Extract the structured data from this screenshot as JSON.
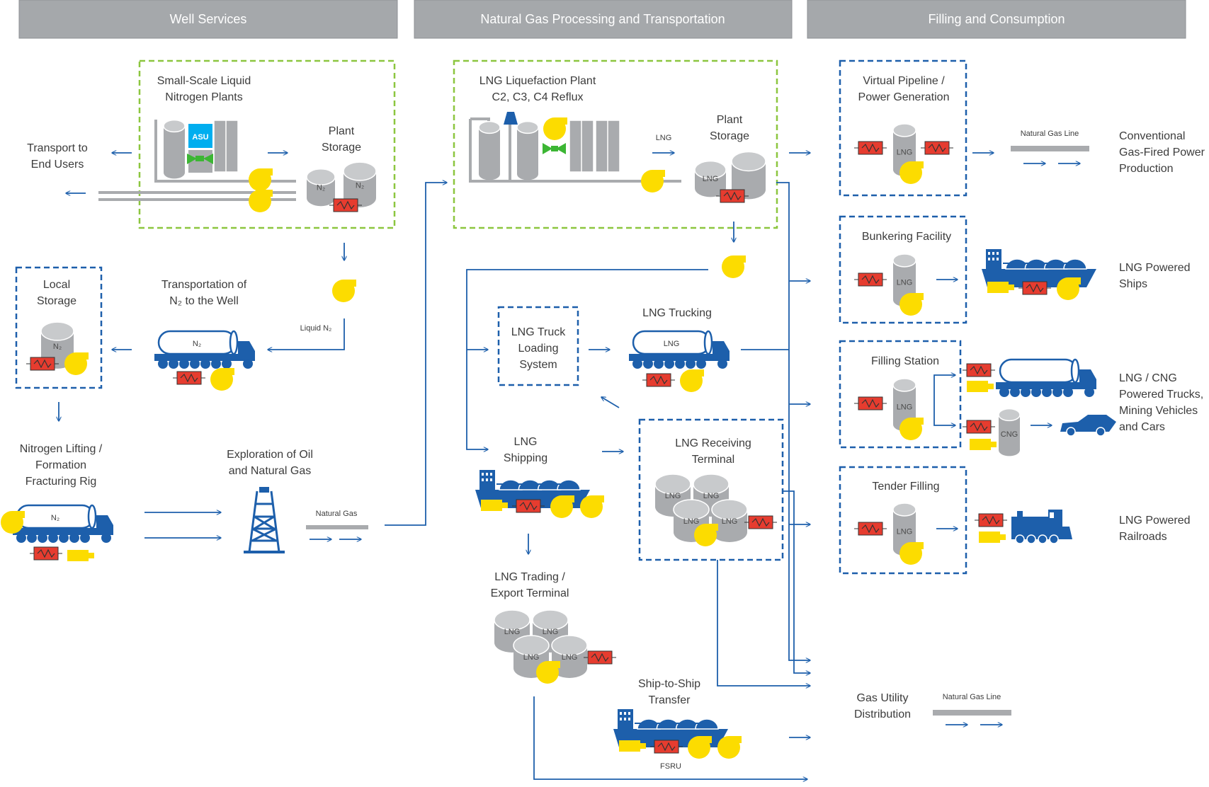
{
  "headers": {
    "well": "Well Services",
    "processing": "Natural Gas Processing and Transportation",
    "filling": "Filling and Consumption"
  },
  "labels": {
    "small_scale": [
      "Small-Scale Liquid",
      "Nitrogen Plants"
    ],
    "plant_storage_left": [
      "Plant",
      "Storage"
    ],
    "transport_end_users": [
      "Transport to",
      "End Users"
    ],
    "local_storage": [
      "Local",
      "Storage"
    ],
    "transport_n2": [
      "Transportation of",
      "N₂ to the Well"
    ],
    "liquid_n2": "Liquid N₂",
    "nitrogen_lifting": [
      "Nitrogen Lifting /",
      "Formation",
      "Fracturing Rig"
    ],
    "exploration": [
      "Exploration of Oil",
      "and Natural Gas"
    ],
    "natural_gas_small": "Natural Gas",
    "liquefaction": [
      "LNG Liquefaction Plant",
      "C2, C3, C4 Reflux"
    ],
    "lng_small": "LNG",
    "plant_storage_mid": [
      "Plant",
      "Storage"
    ],
    "truck_loading": [
      "LNG Truck",
      "Loading",
      "System"
    ],
    "lng_trucking": "LNG Trucking",
    "lng_shipping": [
      "LNG",
      "Shipping"
    ],
    "lng_receiving": [
      "LNG Receiving",
      "Terminal"
    ],
    "lng_trading": [
      "LNG Trading /",
      "Export Terminal"
    ],
    "ship_to_ship": [
      "Ship-to-Ship",
      "Transfer"
    ],
    "fsru": "FSRU",
    "virtual_pipeline": [
      "Virtual Pipeline /",
      "Power Generation"
    ],
    "bunkering": "Bunkering Facility",
    "filling_station": "Filling Station",
    "tender_filling": "Tender Filling",
    "natural_gas_line": "Natural Gas Line",
    "conventional": [
      "Conventional",
      "Gas-Fired Power",
      "Production"
    ],
    "lng_ships": [
      "LNG Powered",
      "Ships"
    ],
    "lng_trucks": [
      "LNG / CNG",
      "Powered Trucks,",
      "Mining Vehicles",
      "and Cars"
    ],
    "lng_railroads": [
      "LNG Powered",
      "Railroads"
    ],
    "gas_utility": [
      "Gas Utility",
      "Distribution"
    ],
    "asu": "ASU",
    "n2": "N₂",
    "lng_tank": "LNG",
    "cng_tank": "CNG"
  },
  "colors": {
    "header_bg": "#a5a8ab",
    "blue": "#1d5fab",
    "green_dash": "#8cc63f",
    "grey": "#a9abae",
    "yellow": "#fcdc00",
    "red": "#e63c2f",
    "cyan": "#00aeef"
  }
}
